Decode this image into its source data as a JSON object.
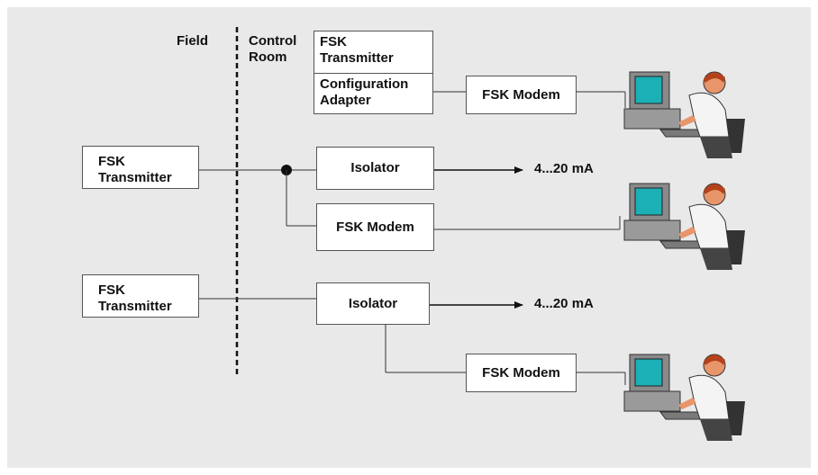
{
  "zones": {
    "field": "Field",
    "control_room": "Control\nRoom"
  },
  "boxes": {
    "fsk_transmitter_top": "FSK\nTransmitter",
    "config_adapter": "Configuration\nAdapter",
    "fsk_modem_1": "FSK Modem",
    "fsk_transmitter_1": "FSK\nTransmitter",
    "isolator_1": "Isolator",
    "fsk_modem_2": "FSK Modem",
    "fsk_transmitter_2": "FSK\nTransmitter",
    "isolator_2": "Isolator",
    "fsk_modem_3": "FSK Modem"
  },
  "outputs": {
    "output_1": "4...20 mA",
    "output_2": "4...20 mA"
  },
  "icons": [
    "computer-operator-icon",
    "computer-operator-icon",
    "computer-operator-icon"
  ]
}
